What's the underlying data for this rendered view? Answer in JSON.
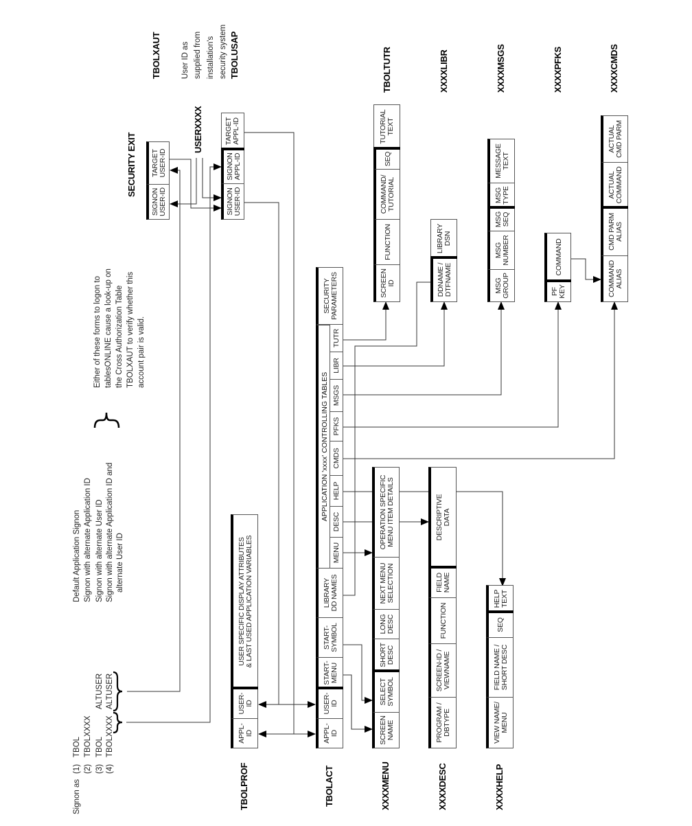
{
  "signon": {
    "intro": "Signon as",
    "rows": [
      {
        "num": "(1)",
        "form": "TBOL",
        "alt": "",
        "desc": "Default Application Signon"
      },
      {
        "num": "(2)",
        "form": "TBOLXXXX",
        "alt": "",
        "desc": "Signon with alternate Application ID"
      },
      {
        "num": "(3)",
        "form": "TBOL",
        "alt": "ALTUSER",
        "desc": "Signon with alternate User ID"
      },
      {
        "num": "(4)",
        "form": "TBOLXXXX",
        "alt": "ALTUSER",
        "desc": "Signon with alternate Application ID and"
      }
    ],
    "desc_continuation": "alternate User ID"
  },
  "lookup_note": [
    "Either of these forms to logon to",
    "tablesONLINE cause a look-up on",
    "the Cross Authorization Table",
    "TBOLXAUT to verify whether this",
    "account pair is valid."
  ],
  "security_exit": {
    "title": "SECURITY EXIT",
    "table_name": "TBOLXAUT"
  },
  "userxxxx_label": "USERXXXX",
  "usap_note": {
    "lines": [
      "User ID as",
      "supplied from",
      "installation's",
      "security system"
    ],
    "table_name": "TBOLUSAP"
  },
  "tbolact": {
    "label": "TBOLACT",
    "cells": [
      "APPL-\nID",
      "USER-\nID",
      "START-\nMENU",
      "START-\nSYMBOL",
      "LIBRARY\nDD NAMES",
      "SECURITY\nPARAMETERS"
    ],
    "group": {
      "title": "APPLICATION 'xxxx' CONTROLLING TABLES",
      "cells": [
        "MENU",
        "DESC",
        "HELP",
        "CMDS",
        "PFKS",
        "MSGS",
        "LIBR",
        "TUTR"
      ]
    }
  },
  "tables": [
    {
      "label": "TBOLPROF",
      "cells": [
        "APPL-\nID",
        "USER-\nID",
        "USER SPECIFIC DISPLAY ATTRIBUTES\n& LAST USED APPLICATION VARIABLES"
      ]
    },
    {
      "label": "XXXXMENU",
      "cells": [
        "SCREEN\nNAME",
        "SELECT\nSYMBOL",
        "SHORT\nDESC",
        "LONG\nDESC",
        "NEXT MENU\nSELECTION",
        "OPERATION SPECIFIC\nMENU ITEM DETAILS"
      ]
    },
    {
      "label": "XXXXDESC",
      "cells": [
        "PROGRAM /\nDBTYPE",
        "SCREEN-ID /\nVIEWNAME",
        "FUNCTION",
        "FIELD\nNAME",
        "DESCRIPTIVE\nDATA"
      ]
    },
    {
      "label": "XXXXHELP",
      "cells": [
        "VIEW NAME/\nMENU",
        "FIELD NAME /\nSHORT DESC",
        "SEQ",
        "HELP\nTEXT"
      ]
    },
    {
      "label": "TBOLTUTR",
      "cells": [
        "SCREEN\nID",
        "FUNCTION",
        "COMMAND/\nTUTORIAL",
        "SEQ",
        "TUTORIAL\nTEXT"
      ]
    },
    {
      "label": "XXXXLIBR",
      "cells": [
        "DDNAME /\nDTFNAME",
        "LIBRARY\nDSN"
      ]
    },
    {
      "label": "XXXXMSGS",
      "cells": [
        "MSG\nGROUP",
        "MSG\nNUMBER",
        "MSG\nSEQ",
        "MSG\nTYPE",
        "MESSAGE\nTEXT"
      ]
    },
    {
      "label": "XXXXPFKS",
      "cells": [
        "PF\nKEY",
        "COMMAND"
      ]
    },
    {
      "label": "XXXXCMDS",
      "cells": [
        "COMMAND\nALIAS",
        "CMD PARM\nALIAS",
        "ACTUAL\nCOMMAND",
        "ACTUAL\nCMD PARM"
      ]
    },
    {
      "label": "",
      "cells": [
        "SIGNON\nUSER-ID",
        "TARGET\nUSER-ID"
      ]
    },
    {
      "label": "",
      "cells": [
        "SIGNON\nUSER-ID",
        "SIGNON\nAPPL-ID",
        "TARGET\nAPPL-ID"
      ]
    }
  ]
}
